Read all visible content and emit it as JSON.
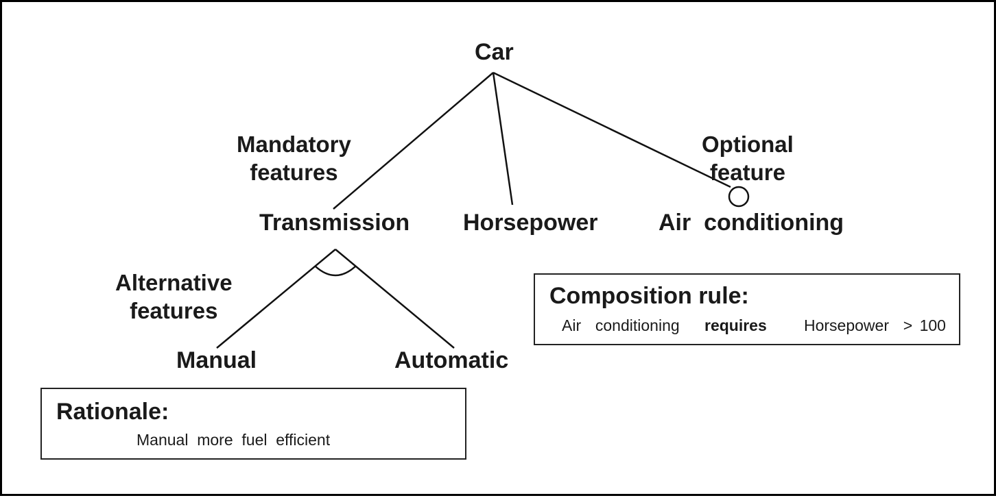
{
  "nodes": {
    "car": "Car",
    "transmission": "Transmission",
    "horsepower": "Horsepower",
    "air_conditioning": "Air  conditioning",
    "manual": "Manual",
    "automatic": "Automatic"
  },
  "annotations": {
    "mandatory_line1": "Mandatory",
    "mandatory_line2": "features",
    "optional_line1": "Optional",
    "optional_line2": "feature",
    "alternative_line1": "Alternative",
    "alternative_line2": "features"
  },
  "composition_rule": {
    "title": "Composition rule:",
    "subject": "Air  conditioning",
    "relation": "requires",
    "condition": "Horsepower  > 100"
  },
  "rationale": {
    "title": "Rationale:",
    "text": "Manual  more  fuel  efficient"
  }
}
